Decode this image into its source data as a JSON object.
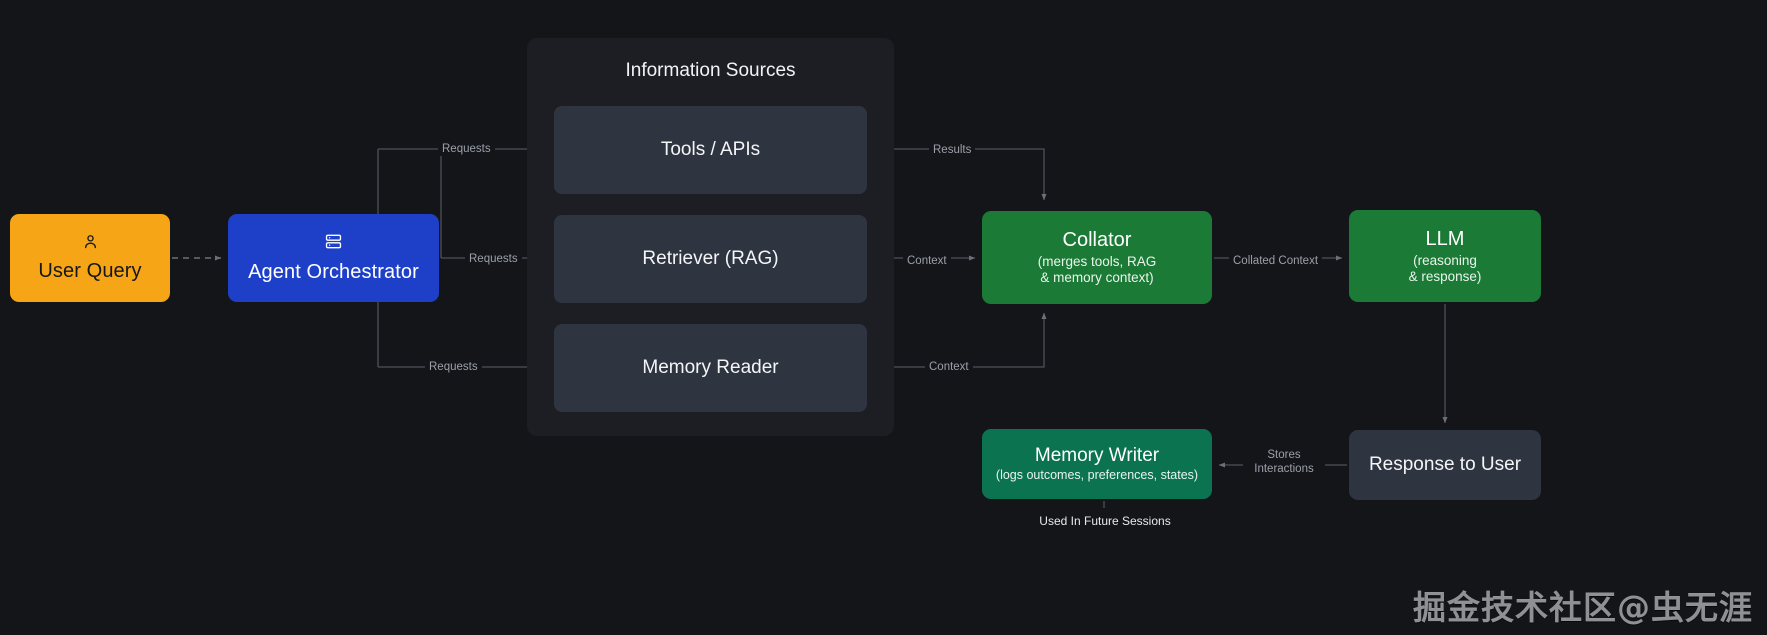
{
  "diagram": {
    "background_color": "#141518",
    "nodes": {
      "user_query": {
        "label": "User Query",
        "icon": "person-icon",
        "color": "#F5A516"
      },
      "agent_orchestrator": {
        "label": "Agent Orchestrator",
        "icon": "server-icon",
        "color": "#1E40C8"
      },
      "information_sources": {
        "title": "Information Sources",
        "color": "#1c1e24",
        "cards": [
          {
            "label": "Tools / APIs",
            "color": "#2e3440"
          },
          {
            "label": "Retriever (RAG)",
            "color": "#2e3440"
          },
          {
            "label": "Memory Reader",
            "color": "#2e3440"
          }
        ]
      },
      "collator": {
        "title": "Collator",
        "subtitle_line1": "(merges tools, RAG",
        "subtitle_line2": "& memory context)",
        "color": "#1B7A36"
      },
      "llm": {
        "title": "LLM",
        "subtitle_line1": "(reasoning",
        "subtitle_line2": "& response)",
        "color": "#1B7A36"
      },
      "memory_writer": {
        "title": "Memory Writer",
        "subtitle": "(logs outcomes, preferences, states)",
        "color": "#0C7350"
      },
      "response_to_user": {
        "label": "Response to User",
        "color": "#2e3440"
      }
    },
    "edge_labels": {
      "requests_tools": "Requests",
      "requests_retriever": "Requests",
      "requests_memory": "Requests",
      "results": "Results",
      "context_retriever": "Context",
      "context_memory": "Context",
      "collated_context": "Collated Context",
      "stores_interactions_line1": "Stores",
      "stores_interactions_line2": "Interactions"
    },
    "caption": "Used In Future Sessions",
    "watermark": "掘金技术社区@虫无涯",
    "edge_color": "#555a63"
  }
}
